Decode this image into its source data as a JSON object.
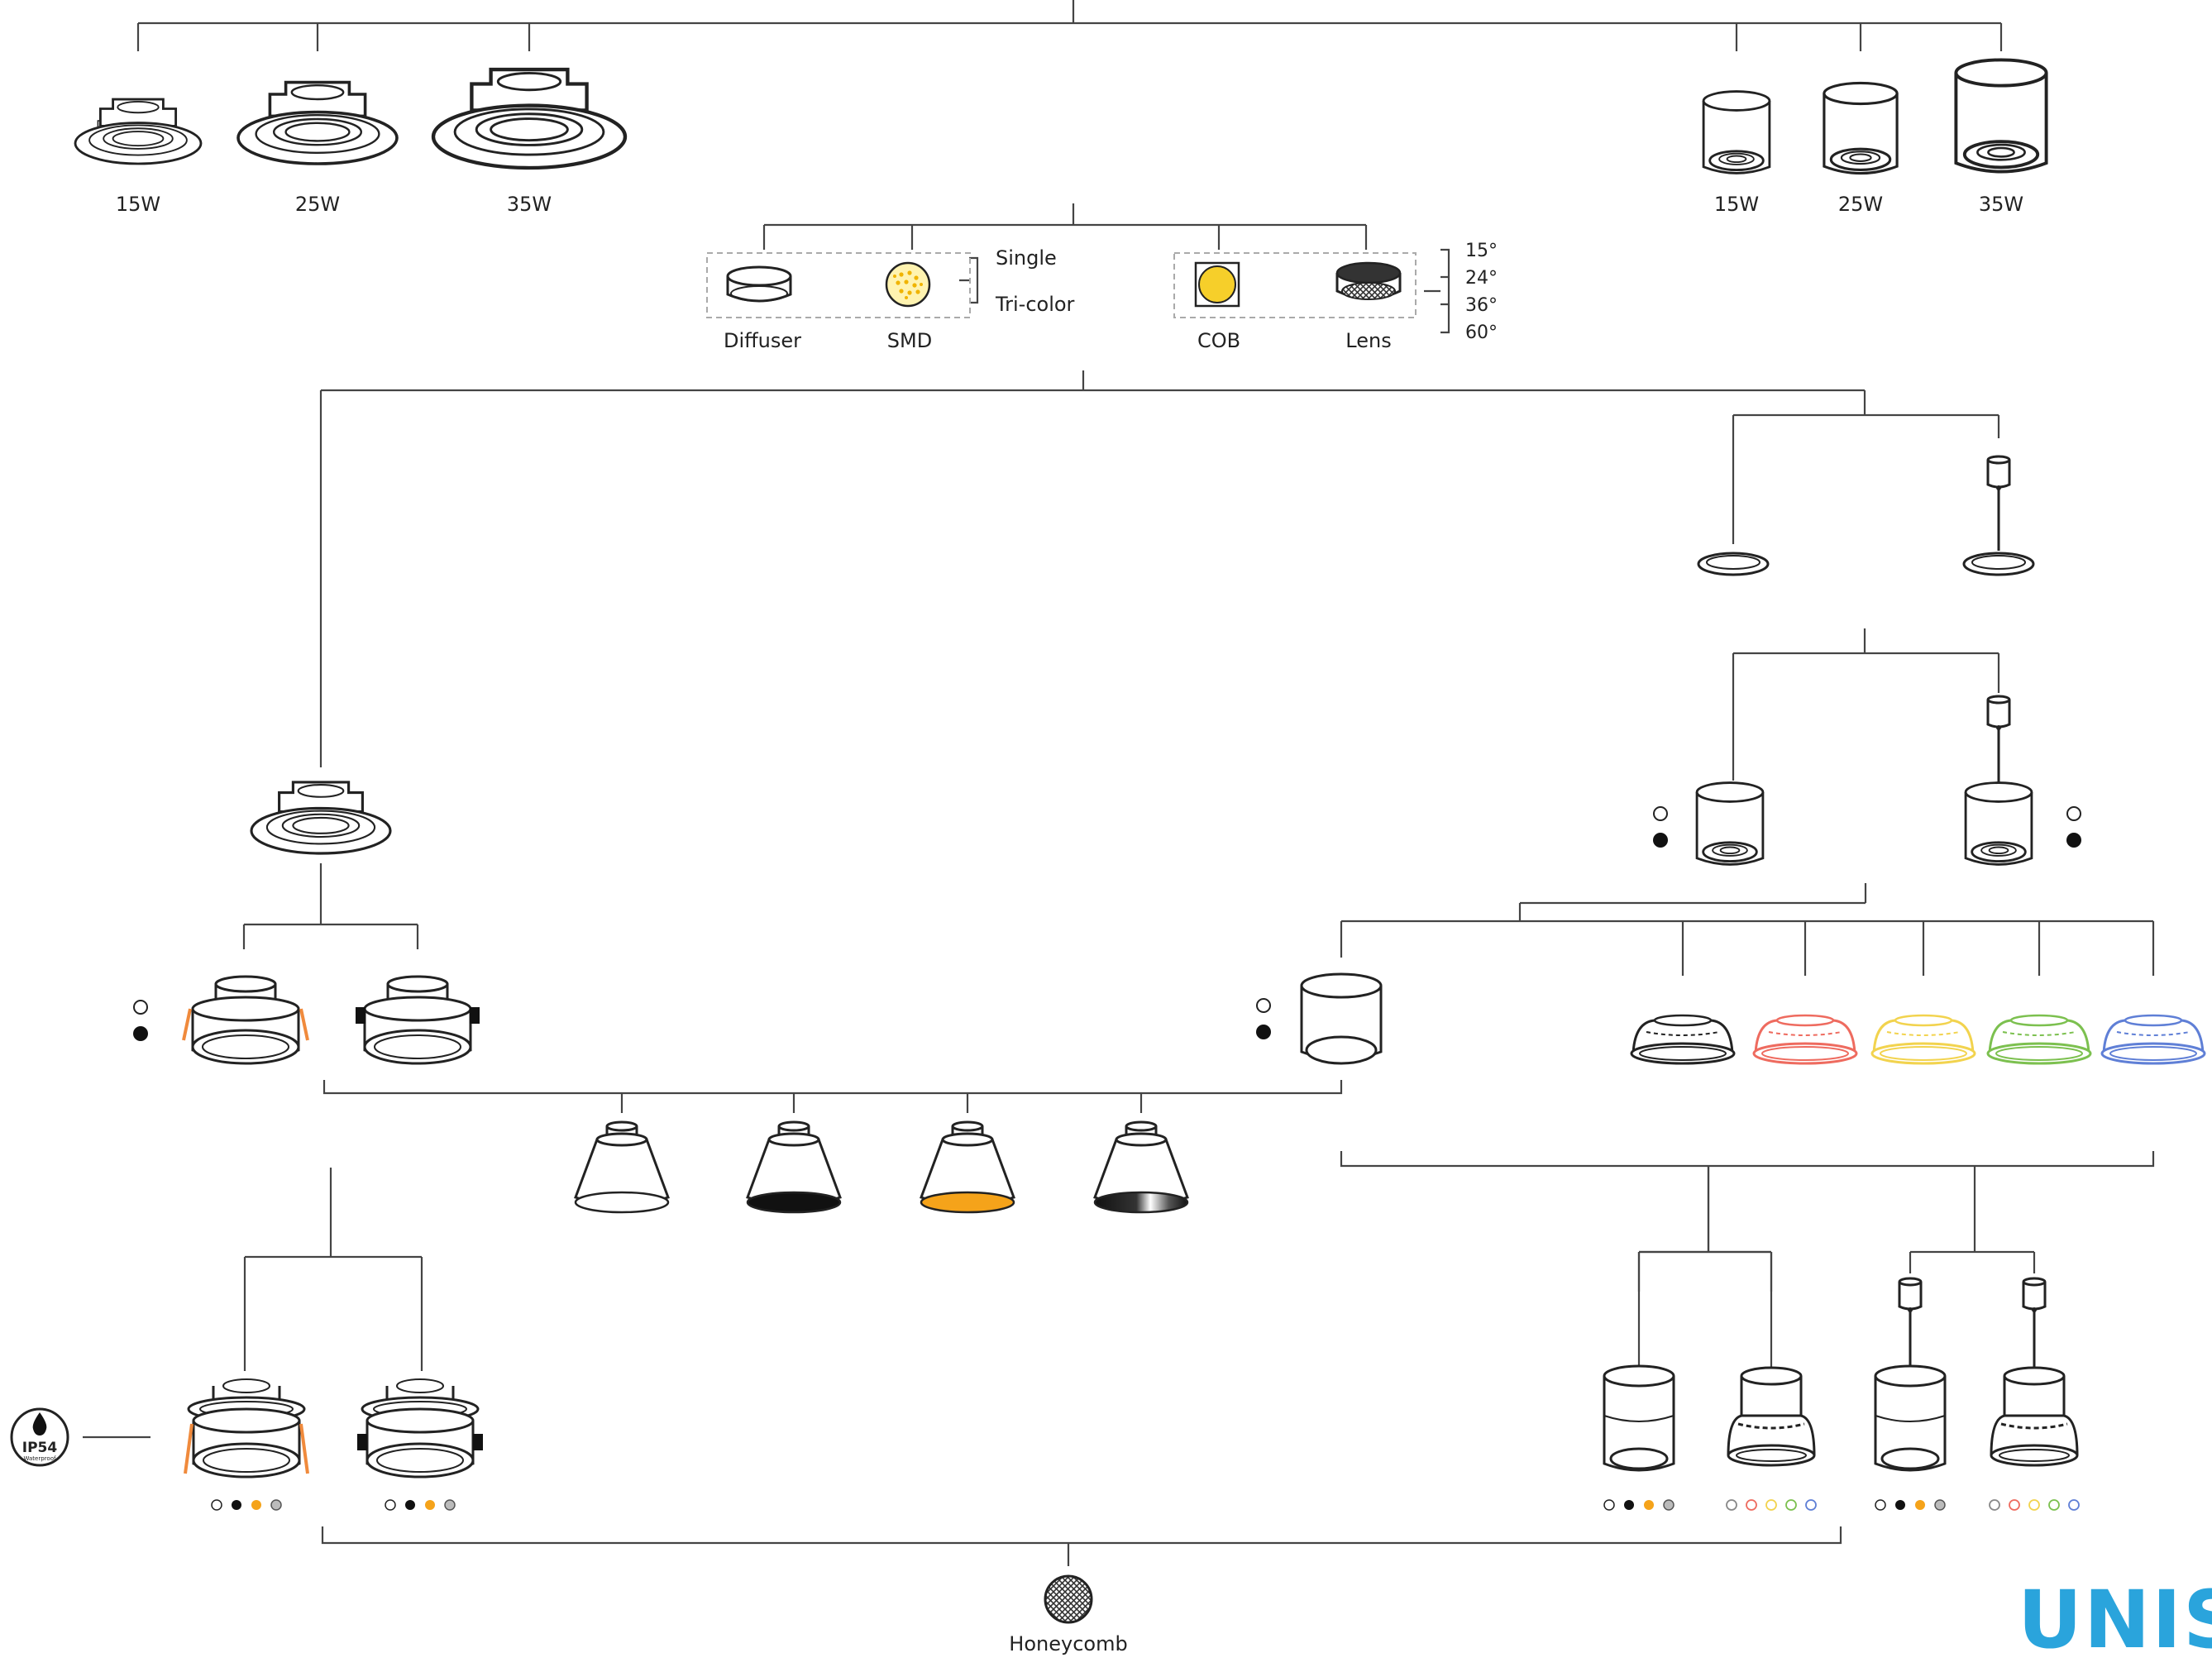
{
  "top_left_wattages": [
    "15W",
    "25W",
    "35W"
  ],
  "top_right_wattages": [
    "15W",
    "25W",
    "35W"
  ],
  "options": {
    "diffuser": "Diffuser",
    "smd": "SMD",
    "cob": "COB",
    "lens": "Lens",
    "single": "Single",
    "tricolor": "Tri-color",
    "beam_angles": [
      "15°",
      "24°",
      "36°",
      "60°"
    ]
  },
  "ip_badge": {
    "main": "IP54",
    "sub": "Waterproof"
  },
  "honeycomb": "Honeycomb",
  "brand": "UNIS",
  "colors": {
    "accent_orange": "#f5a31a",
    "led_yellow": "#f6cf2a",
    "shade_red": "#ee6b5f",
    "shade_yellow": "#f2d34e",
    "shade_green": "#7cc04f",
    "shade_blue": "#5f7fd6",
    "brand_blue": "#2aa4dc"
  },
  "finish_swatches": [
    "white",
    "black",
    "gold",
    "chrome"
  ],
  "shade_color_swatches": [
    "white",
    "red",
    "yellow",
    "green",
    "blue"
  ]
}
